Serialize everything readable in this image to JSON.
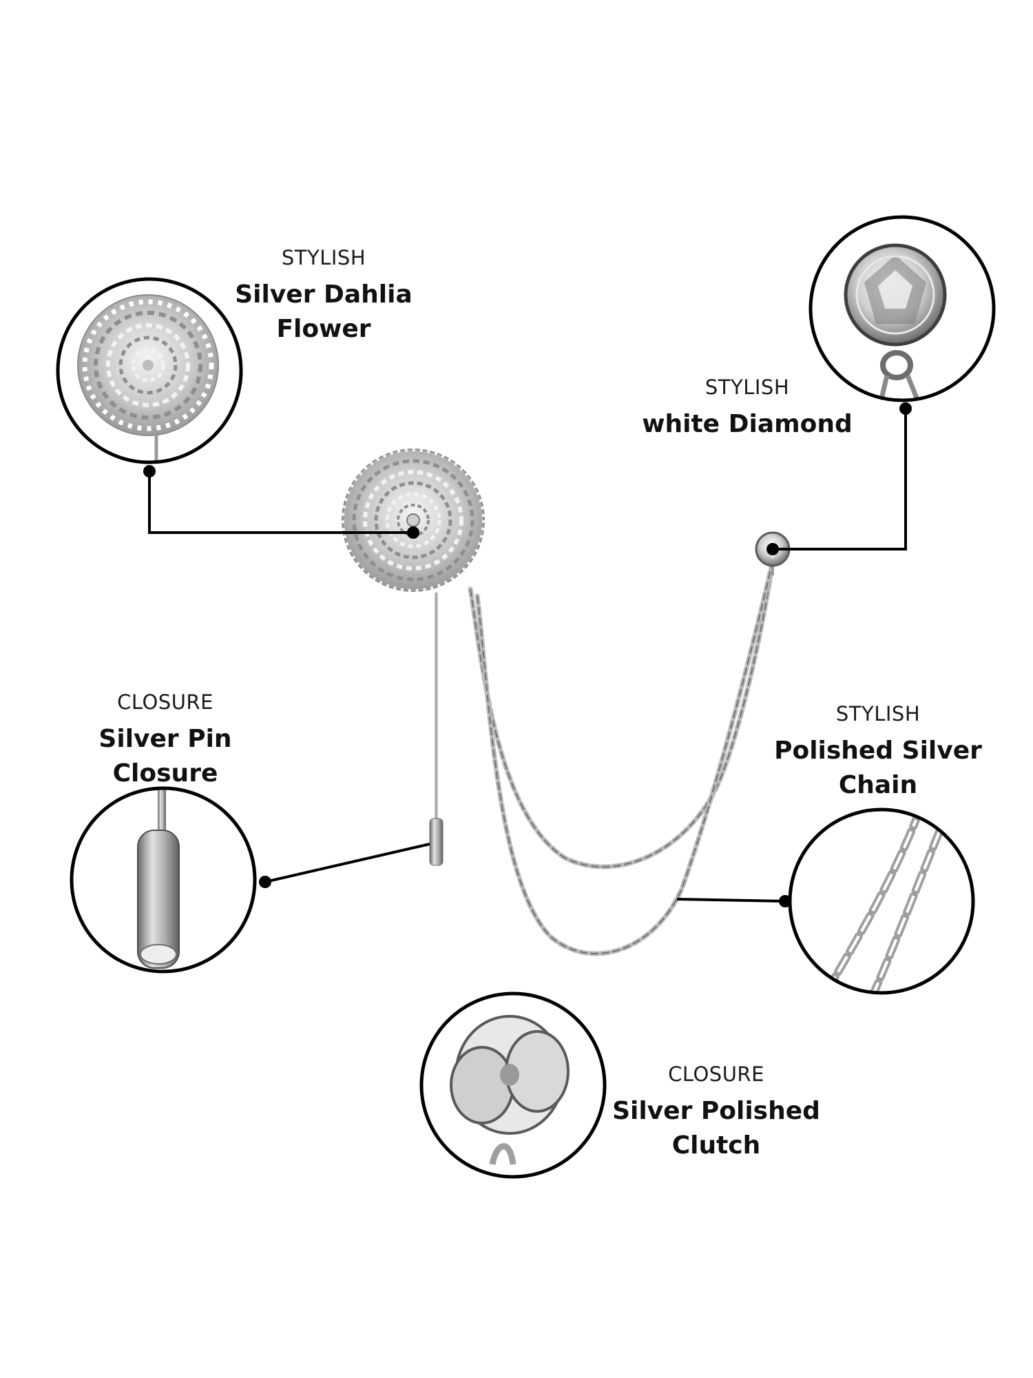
{
  "features": {
    "dahlia": {
      "category": "STYLISH",
      "name": "Silver Dahlia\nFlower"
    },
    "diamond": {
      "category": "STYLISH",
      "name": "white Diamond"
    },
    "pin": {
      "category": "CLOSURE",
      "name": "Silver Pin\nClosure"
    },
    "chain": {
      "category": "STYLISH",
      "name": "Polished Silver\nChain"
    },
    "clutch": {
      "category": "CLOSURE",
      "name": "Silver Polished\nClutch"
    }
  },
  "colors": {
    "background": "#ffffff",
    "ink": "#111111",
    "silver": "#bdbdbd",
    "silver_dark": "#7a7a7a",
    "silver_light": "#ececec"
  }
}
